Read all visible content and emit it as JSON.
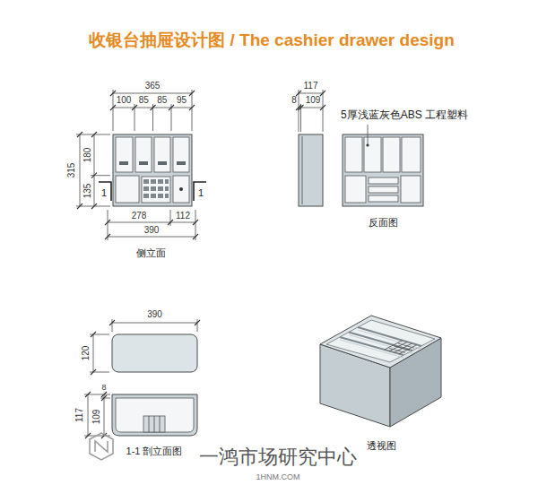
{
  "diagram": {
    "title": "收银台抽屉设计图 / The cashier drawer design",
    "labels": [
      "365",
      "100",
      "85",
      "85",
      "95",
      "315",
      "180",
      "135",
      "1",
      "1",
      "278",
      "112",
      "390",
      "侧立面",
      "117",
      "8",
      "109",
      "5厚浅蓝灰色ABS 工程塑料",
      "反面图",
      "390",
      "120",
      "117",
      "109",
      "8",
      "1-1 剖立面图",
      "透视图",
      "一鸿市场研究中心",
      "1HNM.COM"
    ]
  }
}
